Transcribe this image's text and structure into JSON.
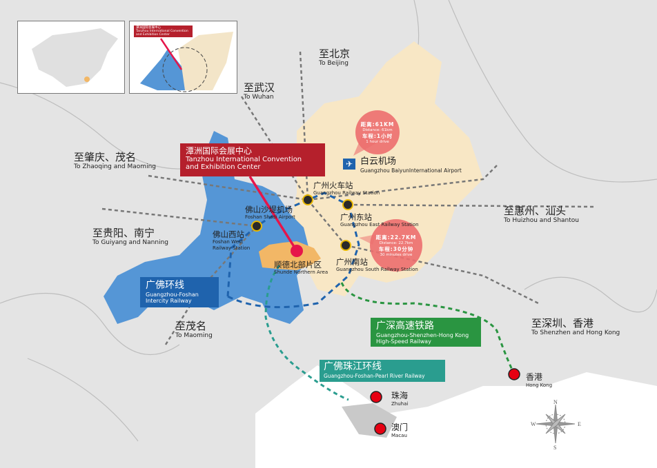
{
  "colors": {
    "land": "#e4e4e4",
    "guangzhou": "#f8e7c5",
    "foshan": "#5596d6",
    "shunde": "#f2b766",
    "tanzhou_red": "#b5202c",
    "intercity_blue": "#1f63ad",
    "highspeed_green": "#2a9541",
    "pearl_teal": "#2a9d8f",
    "city_dot": "#e60012"
  },
  "insets": {
    "overview_label": "潭洲国际会展中心",
    "overview_label_en": "Tanzhou International Convention and Exhibition Center"
  },
  "directions": [
    {
      "zh": "至北京",
      "en": "To Beijing"
    },
    {
      "zh": "至武汉",
      "en": "To Wuhan"
    },
    {
      "zh": "至肇庆、茂名",
      "en": "To Zhaoqing and Maoming"
    },
    {
      "zh": "至贵阳、南宁",
      "en": "To Guiyang and Nanning"
    },
    {
      "zh": "至茂名",
      "en": "To Maoming"
    },
    {
      "zh": "至惠州、汕头",
      "en": "To Huizhou and Shantou"
    },
    {
      "zh": "至深圳、香港",
      "en": "To Shenzhen and Hong Kong"
    }
  ],
  "venue": {
    "zh": "潭洲国际会展中心",
    "en1": "Tanzhou International Convention",
    "en2": "and Exhibition Center"
  },
  "airport": {
    "zh": "白云机场",
    "en": "Guangzhou BaiyunInternational Airport",
    "icon": "airplane-icon"
  },
  "distance_airport": {
    "dist_zh": "距离:61KM",
    "dist_en": "Distance: 61km",
    "time_zh": "车程:1小时",
    "time_en": "1 hour drive"
  },
  "distance_south": {
    "dist_zh": "距离:22.7KM",
    "dist_en": "Distance: 22.7km",
    "time_zh": "车程:30分钟",
    "time_en": "30 minutes drive"
  },
  "stations": [
    {
      "zh": "广州火车站",
      "en": "Guangzhou Railway Station"
    },
    {
      "zh": "广州东站",
      "en": "Guangzhou East Railway Station"
    },
    {
      "zh": "广州南站",
      "en": "Guangzhou South Railway Station"
    },
    {
      "zh": "佛山西站",
      "en1": "Foshan West",
      "en2": "Railway Station"
    },
    {
      "zh": "佛山沙堤机场",
      "en": "Foshan Shadi Airport"
    }
  ],
  "shunde": {
    "zh": "顺德北部片区",
    "en": "Shunde Northern Area"
  },
  "lines": [
    {
      "zh": "广佛环线",
      "en1": "Guangzhou-Foshan",
      "en2": "Intercity Railway"
    },
    {
      "zh": "广深高速铁路",
      "en1": "Guangzhou-Shenzhen-Hong Kong",
      "en2": "High-Speed Railway"
    },
    {
      "zh": "广佛珠江环线",
      "en1": "Guangzhou-Foshan-Pearl River Railway"
    }
  ],
  "cities": [
    {
      "zh": "珠海",
      "en": "Zhuhai"
    },
    {
      "zh": "澳门",
      "en": "Macau"
    },
    {
      "zh": "香港",
      "en": "Hong Kong"
    }
  ],
  "compass": {
    "n": "N",
    "s": "S",
    "e": "E",
    "w": "W"
  }
}
